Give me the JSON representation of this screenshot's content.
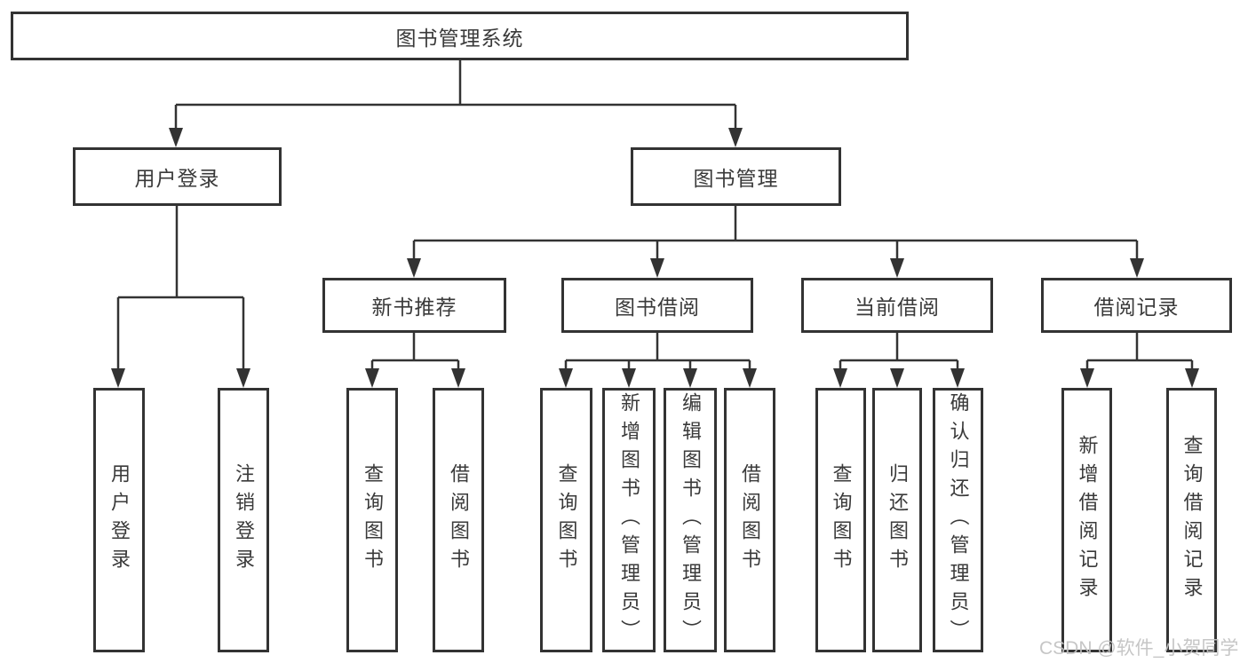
{
  "diagram": {
    "root": "图书管理系统",
    "level2": {
      "user_login": "用户登录",
      "book_management": "图书管理"
    },
    "level3": {
      "new_books": "新书推荐",
      "book_borrow": "图书借阅",
      "current_borrow": "当前借阅",
      "borrow_records": "借阅记录"
    },
    "leaves": {
      "user_login": [
        "用户登录",
        "注销登录"
      ],
      "new_books": [
        "查询图书",
        "借阅图书"
      ],
      "book_borrow": [
        "查询图书",
        "新增图书（管理员）",
        "编辑图书（管理员）",
        "借阅图书"
      ],
      "current_borrow": [
        "查询图书",
        "归还图书",
        "确认归还（管理员）"
      ],
      "borrow_records": [
        "新增借阅记录",
        "查询借阅记录"
      ]
    }
  },
  "watermark": "CSDN @软件_小贺同学",
  "colors": {
    "line": "#333333",
    "text": "#3a3a3a",
    "watermark": "#c1c1c1",
    "background": "#ffffff"
  }
}
